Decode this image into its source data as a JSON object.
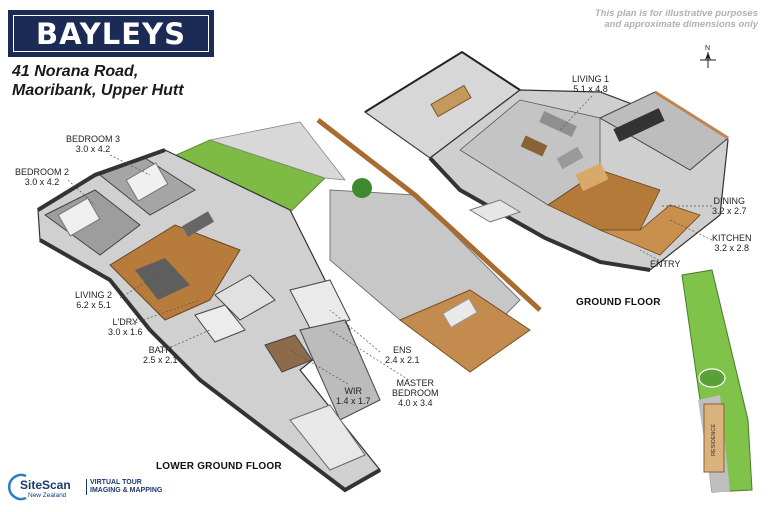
{
  "brand": {
    "logo_text": "BAYLEYS",
    "color": "#1c2a56"
  },
  "address": {
    "line1": "41 Norana Road,",
    "line2": "Maoribank, Upper Hutt"
  },
  "disclaimer": {
    "line1": "This plan is for illustrative purposes",
    "line2": "and approximate dimensions only"
  },
  "compass": {
    "north_label": "N",
    "icon": "north-arrow-icon"
  },
  "floors": {
    "ground": "GROUND FLOOR",
    "lower": "LOWER GROUND FLOOR"
  },
  "rooms": {
    "living1": {
      "name": "LIVING 1",
      "dims": "5.1 x 4.8"
    },
    "dining": {
      "name": "DINING",
      "dims": "3.2 x 2.7"
    },
    "kitchen": {
      "name": "KITCHEN",
      "dims": "3.2 x 2.8"
    },
    "entry": {
      "name": "ENTRY"
    },
    "bedroom3": {
      "name": "BEDROOM 3",
      "dims": "3.0 x 4.2"
    },
    "bedroom2": {
      "name": "BEDROOM 2",
      "dims": "3.0 x 4.2"
    },
    "living2": {
      "name": "LIVING 2",
      "dims": "6.2 x 5.1"
    },
    "laundry": {
      "name": "L'DRY",
      "dims": "3.0 x 1.6"
    },
    "bath": {
      "name": "BATH",
      "dims": "2.5 x 2.1"
    },
    "ens": {
      "name": "ENS",
      "dims": "2.4 x 2.1"
    },
    "wir": {
      "name": "WIR",
      "dims": "1.4 x 1.7"
    },
    "master": {
      "name": "MASTER",
      "name2": "BEDROOM",
      "dims": "4.0 x 3.4"
    }
  },
  "site_plan": {
    "building_label": "RESIDENCE"
  },
  "credit": {
    "brand": "SiteScan",
    "country": "New Zealand",
    "tag1": "VIRTUAL TOUR",
    "tag2": "IMAGING & MAPPING"
  }
}
